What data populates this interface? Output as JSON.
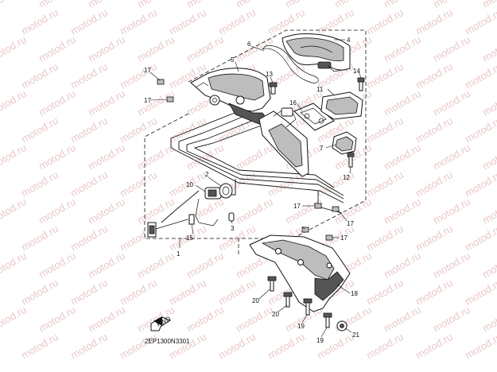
{
  "diagram": {
    "code": "2EP1300N3301",
    "watermark": "motod.ru",
    "arrow_label": "FWD",
    "callouts": {
      "c1": "1",
      "c2": "2",
      "c3": "3",
      "c4": "4",
      "c5": "5",
      "c6": "6",
      "c7": "7",
      "c10": "10",
      "c11": "11",
      "c12": "12",
      "c13": "13",
      "c14": "14",
      "c15": "15",
      "c16": "16",
      "c17a": "17",
      "c17b": "17",
      "c17c": "17",
      "c17d": "17",
      "c17e": "17",
      "c18": "18",
      "c19a": "19",
      "c19b": "19",
      "c20a": "20",
      "c20b": "20",
      "c21": "21"
    }
  }
}
